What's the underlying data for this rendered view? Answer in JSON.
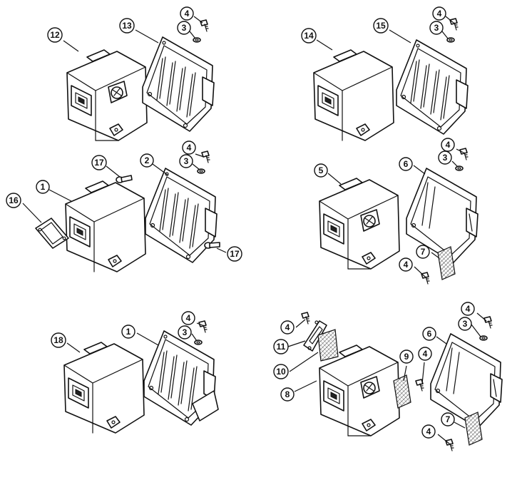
{
  "callouts": [
    {
      "label": "12"
    },
    {
      "label": "13"
    },
    {
      "label": "4"
    },
    {
      "label": "3"
    },
    {
      "label": "14"
    },
    {
      "label": "15"
    },
    {
      "label": "4"
    },
    {
      "label": "3"
    },
    {
      "label": "17"
    },
    {
      "label": "2"
    },
    {
      "label": "4"
    },
    {
      "label": "3"
    },
    {
      "label": "1"
    },
    {
      "label": "16"
    },
    {
      "label": "17"
    },
    {
      "label": "5"
    },
    {
      "label": "6"
    },
    {
      "label": "4"
    },
    {
      "label": "3"
    },
    {
      "label": "7"
    },
    {
      "label": "4"
    },
    {
      "label": "18"
    },
    {
      "label": "1"
    },
    {
      "label": "4"
    },
    {
      "label": "3"
    },
    {
      "label": "4"
    },
    {
      "label": "11"
    },
    {
      "label": "10"
    },
    {
      "label": "8"
    },
    {
      "label": "9"
    },
    {
      "label": "4"
    },
    {
      "label": "4"
    },
    {
      "label": "3"
    },
    {
      "label": "6"
    },
    {
      "label": "7"
    },
    {
      "label": "4"
    }
  ]
}
